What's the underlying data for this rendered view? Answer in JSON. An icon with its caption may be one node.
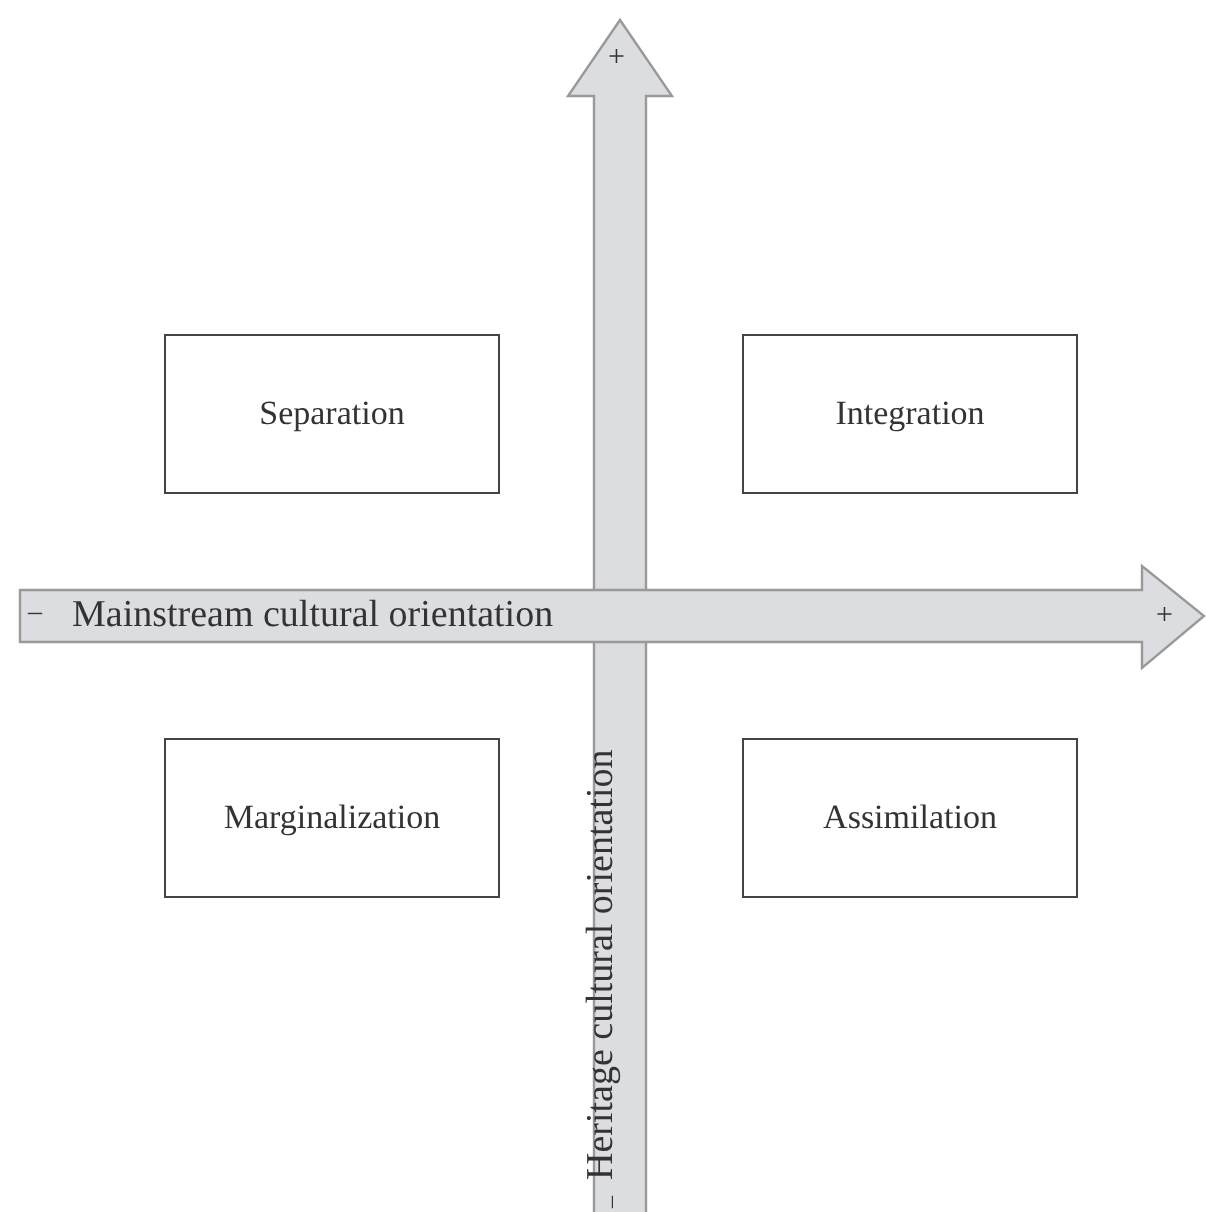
{
  "diagram": {
    "nodes": [
      {
        "text": [
          "Separation"
        ]
      },
      {
        "text": [
          "Integration"
        ]
      },
      {
        "text": [
          "Marginalization"
        ]
      },
      {
        "text": [
          "Assimilation"
        ]
      }
    ],
    "labels": [
      "–",
      "Mainstream cultural orientation",
      "+",
      "+",
      "Heritage cultural orientation",
      "–"
    ]
  }
}
